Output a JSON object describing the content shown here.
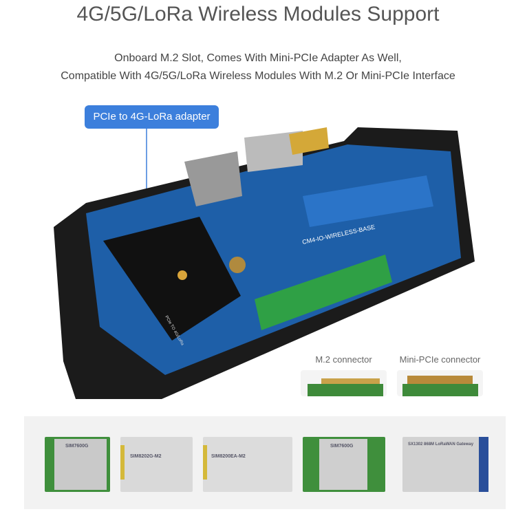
{
  "header": {
    "title": "4G/5G/LoRa Wireless Modules Support",
    "subtitle_line1": "Onboard M.2 Slot, Comes With Mini-PCIe Adapter As Well,",
    "subtitle_line2": "Compatible With 4G/5G/LoRa Wireless Modules With M.2 Or Mini-PCIe Interface"
  },
  "callout": {
    "label": "PCIe to 4G-LoRa adapter",
    "color": "#3c7fdc"
  },
  "board": {
    "silkscreen": "CM4-IO-WIRELESS-BASE",
    "adapter_text": "PCIe TO 4G/LoRa"
  },
  "connectors": [
    {
      "label": "M.2 connector"
    },
    {
      "label": "Mini-PCIe connector"
    }
  ],
  "modules": [
    {
      "label": "SIM7600G"
    },
    {
      "label": "SIM8202G-M2"
    },
    {
      "label": "SIM8200EA-M2"
    },
    {
      "label": "SIM7600G"
    },
    {
      "label": "SX1302 868M LoRaWAN Gateway"
    }
  ]
}
